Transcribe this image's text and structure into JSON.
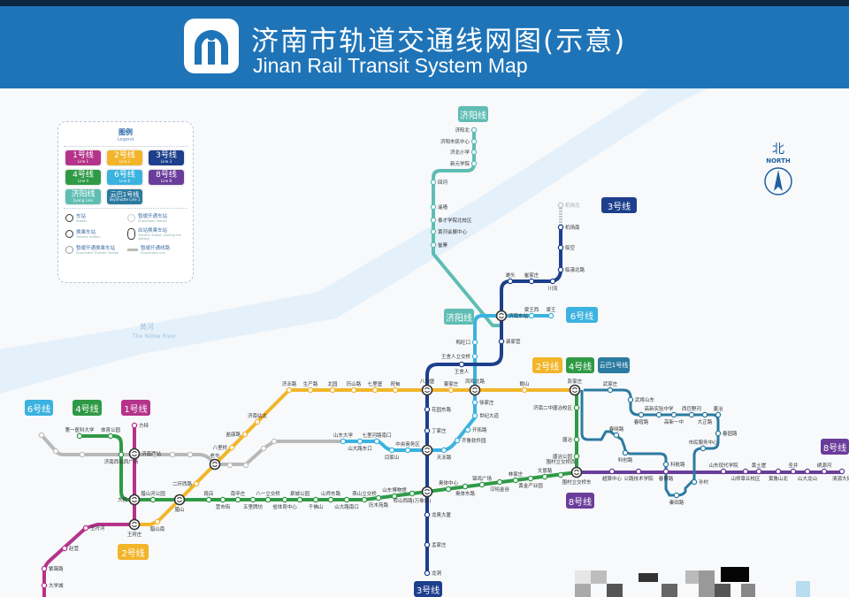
{
  "header": {
    "title_cn": "济南市轨道交通线网图(示意)",
    "title_en": "Jinan Rail Transit System Map"
  },
  "north": {
    "label_cn": "北",
    "label_en": "NORTH",
    "icon": "north-arrow-icon"
  },
  "river": {
    "label_cn": "黄河",
    "label_en": "The Yellow River"
  },
  "legend": {
    "title": "图例",
    "subtitle": "Legend",
    "badges": [
      {
        "label": "1号线",
        "sub": "Line 1",
        "color": "#b5338a"
      },
      {
        "label": "2号线",
        "sub": "Line 2",
        "color": "#f2b52a"
      },
      {
        "label": "3号线",
        "sub": "Line 3",
        "color": "#1d3f8c"
      },
      {
        "label": "4号线",
        "sub": "Line 4",
        "color": "#2f9a46"
      },
      {
        "label": "6号线",
        "sub": "Line 6",
        "color": "#3bb2df"
      },
      {
        "label": "8号线",
        "sub": "Line 8",
        "color": "#6a3d9a"
      },
      {
        "label": "济阳线",
        "sub": "Jiyang Line",
        "color": "#5fbdb3"
      },
      {
        "label": "云巴1号线",
        "sub": "SkyShuttle Line 1",
        "color": "#2b7a9f"
      }
    ],
    "items": [
      {
        "label": "车站",
        "sub": "Station"
      },
      {
        "label": "暂缓开通车站",
        "sub": "Suspended Station"
      },
      {
        "label": "换乘车站",
        "sub": "Transfer Station"
      },
      {
        "label": "出站换乘车站",
        "sub": "Transfer Station (exiting the station)"
      },
      {
        "label": "暂缓开通换乘车站",
        "sub": "Suspended Transfer Station"
      },
      {
        "label": "暂缓开通线路",
        "sub": "Suspended Line"
      }
    ]
  },
  "map_badges": [
    {
      "label": "济阳线",
      "color": "#5fbdb3"
    },
    {
      "label": "济阳线",
      "color": "#5fbdb3"
    },
    {
      "label": "3号线",
      "color": "#1d3f8c"
    },
    {
      "label": "6号线",
      "color": "#3bb2df"
    },
    {
      "label": "2号线",
      "color": "#f2b52a"
    },
    {
      "label": "4号线",
      "color": "#2f9a46"
    },
    {
      "label": "云巴1号线",
      "color": "#2b7a9f"
    },
    {
      "label": "6号线",
      "color": "#3bb2df"
    },
    {
      "label": "4号线",
      "color": "#2f9a46"
    },
    {
      "label": "1号线",
      "color": "#b5338a"
    },
    {
      "label": "2号线",
      "color": "#f2b52a"
    },
    {
      "label": "8号线",
      "color": "#6a3d9a"
    },
    {
      "label": "8号线",
      "color": "#6a3d9a"
    },
    {
      "label": "3号线",
      "color": "#1d3f8c"
    }
  ],
  "lines": {
    "line1": {
      "name": "1号线",
      "color": "#b5338a",
      "stations": [
        "方特",
        "玉符河",
        "赵营",
        "紫薇路",
        "大学城"
      ]
    },
    "line2": {
      "name": "2号线",
      "color": "#f2b52a",
      "stations": [
        "腊山南",
        "二环西路",
        "八里桥",
        "盐康路",
        "济南站北",
        "济泺路",
        "生产路",
        "北园",
        "历山路",
        "七里堡",
        "祝甸",
        "姜家庄",
        "鲍山"
      ]
    },
    "line3": {
      "name": "3号线",
      "color": "#1d3f8c",
      "stations": [
        "机场南",
        "临空",
        "临港北路",
        "川流",
        "崔家庄",
        "滩头",
        "裴家营",
        "王舍人",
        "花园东路",
        "丁家庄",
        "龙奥大厦",
        "孟家庄",
        "龙洞"
      ],
      "suspended_stations": [
        "机场北"
      ]
    },
    "line4": {
      "name": "4号线",
      "color": "#2f9a46",
      "stations": [
        "第一医科大学",
        "体育公园",
        "济南西站西广场",
        "腊山河公园",
        "段店",
        "营市街",
        "南辛庄",
        "五里牌坊",
        "八一立交桥",
        "省体育中心",
        "泉城公园",
        "千佛山",
        "山师东路",
        "山大路南口",
        "燕山立交桥",
        "历木苑路",
        "山东博物馆",
        "转山西路(万象城)",
        "奥体中心",
        "奥体东路",
        "锦鸡广场",
        "汉峪金谷",
        "林家庄",
        "黄金产业园",
        "文景路",
        "围村立交桥西",
        "济南二中唐冶校区",
        "唐冶",
        "唐冶公园"
      ]
    },
    "line6": {
      "name": "6号线",
      "color": "#3bb2df",
      "stations": [
        "梁王",
        "梁王西",
        "鸭旺口",
        "王舍人立交桥",
        "徐家庄",
        "世纪大道",
        "开拓路",
        "齐鲁软件园",
        "天泺路",
        "中央商务区",
        "闫家山",
        "七里河路南口",
        "山大路东口",
        "山东大学"
      ]
    },
    "line8": {
      "name": "8号线",
      "color": "#6a3d9a",
      "stations": [
        "超算中心",
        "公路技术学院",
        "春博路",
        "山东现代学院",
        "山师章丘校区",
        "黄土崖",
        "黄鲁山北",
        "圣井",
        "山大龙山",
        "绣源河",
        "清源大街"
      ]
    },
    "jiyang": {
      "name": "济阳线",
      "color": "#5fbdb3",
      "stations": [
        "济阳北",
        "济阳市民中心",
        "济北小学",
        "新元学院",
        "回河",
        "遥墙",
        "泰才学院北校区",
        "黄河会展中心",
        "崔寨"
      ]
    },
    "yunba1": {
      "name": "云巴1号线",
      "color": "#2b7a9f",
      "stations": [
        "武家庄",
        "武将山东",
        "春暄路",
        "高新实验中学",
        "高新一中",
        "西巨野河",
        "大正路",
        "唐冶",
        "春园路",
        "市民服务中心",
        "科航路",
        "科创路",
        "春晓路",
        "孙村",
        "秦田路"
      ]
    },
    "suspended": {
      "color": "#b8b8b8"
    }
  },
  "transfers": [
    "济南西站",
    "大杨",
    "王府庄",
    "腊山",
    "老屯",
    "八涧堡",
    "凤鸣北路",
    "彭家庄",
    "济南东站",
    "",
    "",
    "围村立交桥东"
  ]
}
